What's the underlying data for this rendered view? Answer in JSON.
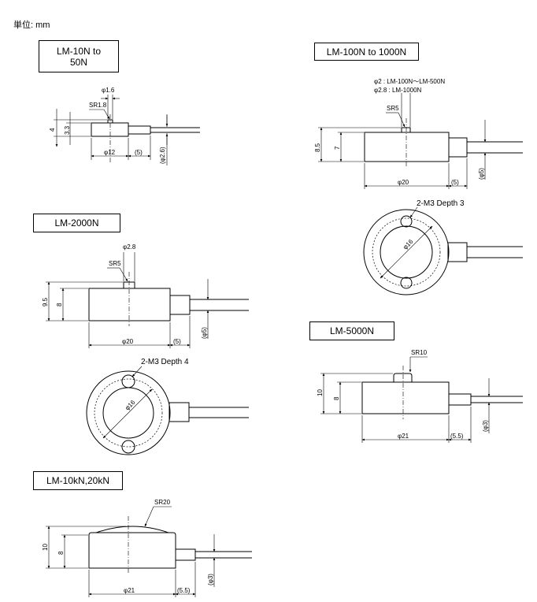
{
  "unit_label": "単位: mm",
  "models": {
    "lm10": {
      "title": "LM-10N to\n50N",
      "dims": {
        "phi_button": "φ1.6",
        "sr": "SR1.8",
        "h_total": "4",
        "h_body": "3.3",
        "dia": "φ12",
        "cable_len": "(5)",
        "cable_dia": "(φ2.6)"
      }
    },
    "lm100": {
      "title": "LM-100N to 1000N",
      "dims": {
        "note1": "φ2 : LM-100N～LM-500N",
        "note2": "φ2.8 : LM-1000N",
        "sr": "SR5",
        "h_total": "8.5",
        "h_body": "7",
        "dia": "φ20",
        "cable_len": "(5)",
        "cable_dia": "(φ5)",
        "holes": "2-M3 Depth 3",
        "pcd": "φ16"
      }
    },
    "lm2000": {
      "title": "LM-2000N",
      "dims": {
        "phi_button": "φ2.8",
        "sr": "SR5",
        "h_total": "9.5",
        "h_body": "8",
        "dia": "φ20",
        "cable_len": "(5)",
        "cable_dia": "(φ5)",
        "holes": "2-M3 Depth 4",
        "pcd": "φ16"
      }
    },
    "lm5000": {
      "title": "LM-5000N",
      "dims": {
        "sr": "SR10",
        "h_total": "10",
        "h_body": "8",
        "dia": "φ21",
        "cable_len": "(5.5)",
        "cable_dia": "(φ3)"
      }
    },
    "lm10k": {
      "title": "LM-10kN,20kN",
      "dims": {
        "sr": "SR20",
        "h_total": "10",
        "h_body": "8",
        "dia": "φ21",
        "cable_len": "(5.5)",
        "cable_dia": "(φ3)"
      }
    }
  }
}
